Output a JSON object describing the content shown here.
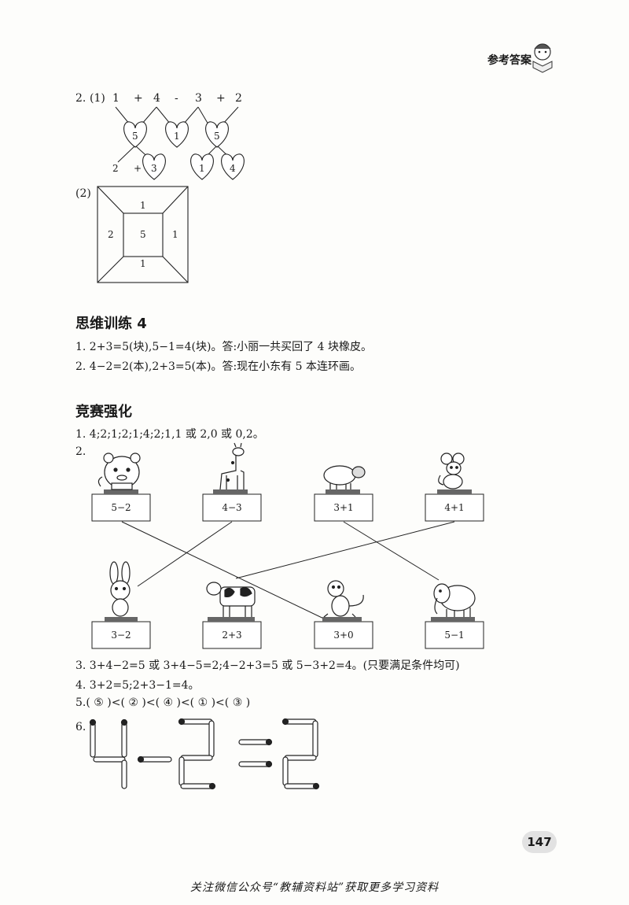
{
  "header": {
    "label": "参考答案",
    "mascot_icon": "girl-reading-icon"
  },
  "q2": {
    "label": "2.",
    "part1": {
      "label": "(1)",
      "expression": [
        "1",
        "+",
        "4",
        "-",
        "3",
        "+",
        "2"
      ],
      "hearts_row1": [
        "5",
        "1",
        "5"
      ],
      "split_left": {
        "num": "2",
        "op": "+",
        "heart": "3"
      },
      "split_right": [
        "1",
        "4"
      ]
    },
    "part2": {
      "label": "(2)",
      "square": {
        "top": "1",
        "left": "2",
        "center": "5",
        "right": "1",
        "bottom": "1"
      }
    }
  },
  "section4": {
    "title": "思维训练 4",
    "lines": [
      "1. 2+3=5(块),5−1=4(块)。答:小丽一共买回了 4 块橡皮。",
      "2. 4−2=2(本),2+3=5(本)。答:现在小东有 5 本连环画。"
    ]
  },
  "section_comp": {
    "title": "竞赛强化",
    "line1": "1. 4;2;1;2;1;4;2;1,1 或 2,0 或 0,2。",
    "q2_label": "2.",
    "top_row": [
      {
        "animal_icon": "tiger-icon",
        "expr": "5−2"
      },
      {
        "animal_icon": "giraffe-icon",
        "expr": "4−3"
      },
      {
        "animal_icon": "sheep-icon",
        "expr": "3+1"
      },
      {
        "animal_icon": "mouse-icon",
        "expr": "4+1"
      }
    ],
    "bottom_row": [
      {
        "animal_icon": "rabbit-icon",
        "expr": "3−2"
      },
      {
        "animal_icon": "cow-icon",
        "expr": "2+3"
      },
      {
        "animal_icon": "monkey-icon",
        "expr": "3+0"
      },
      {
        "animal_icon": "elephant-icon",
        "expr": "5−1"
      }
    ],
    "connections": [
      [
        0,
        2
      ],
      [
        1,
        0
      ],
      [
        2,
        3
      ],
      [
        3,
        1
      ]
    ],
    "line3": "3. 3+4−2=5 或 3+4−5=2;4−2+3=5 或 5−3+2=4。(只要满足条件均可)",
    "line4": "4. 3+2=5;2+3−1=4。",
    "line5": "5.( ⑤ )<( ② )<( ④ )<( ① )<( ③ )",
    "q6_label": "6.",
    "q6_equation": "4−2=2"
  },
  "page_number": "147",
  "footer": "关注微信公众号“教辅资料站”获取更多学习资料"
}
